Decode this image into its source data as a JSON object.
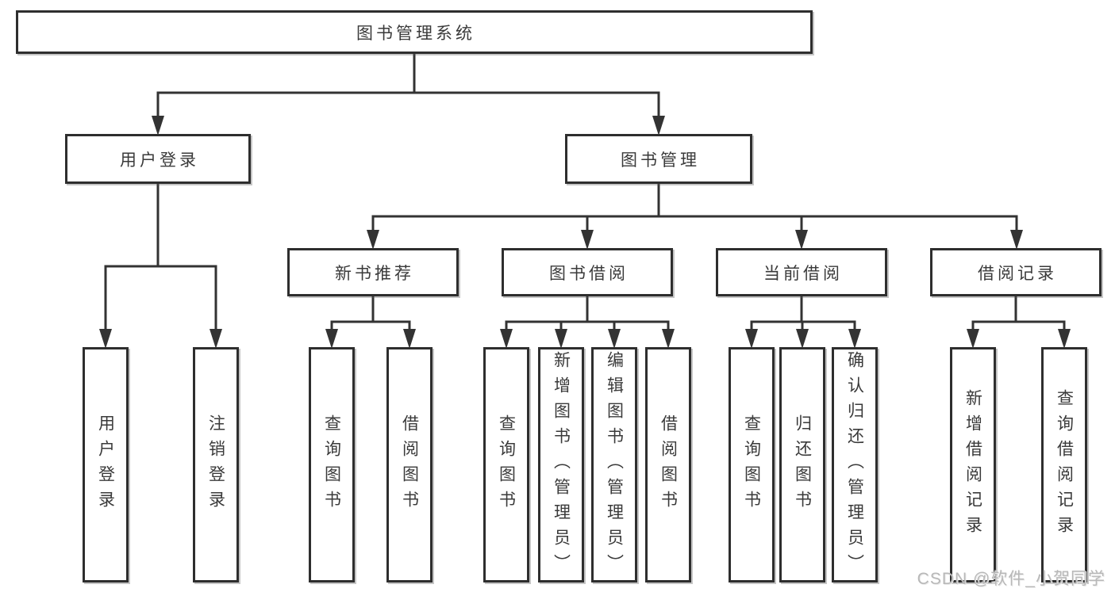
{
  "watermark": "CSDN @软件_小贺同学",
  "colors": {
    "line": "#333333",
    "box_border": "#2e2e2e",
    "text": "#3a3a3a",
    "watermark": "#b8b8b8",
    "background": "#ffffff"
  },
  "tree": {
    "label": "图书管理系统",
    "children": [
      {
        "label": "用户登录",
        "children": [
          {
            "label": "用户登录"
          },
          {
            "label": "注销登录"
          }
        ]
      },
      {
        "label": "图书管理",
        "children": [
          {
            "label": "新书推荐",
            "children": [
              {
                "label": "查询图书"
              },
              {
                "label": "借阅图书"
              }
            ]
          },
          {
            "label": "图书借阅",
            "children": [
              {
                "label": "查询图书"
              },
              {
                "label": "新增图书（管理员）"
              },
              {
                "label": "编辑图书（管理员）"
              },
              {
                "label": "借阅图书"
              }
            ]
          },
          {
            "label": "当前借阅",
            "children": [
              {
                "label": "查询图书"
              },
              {
                "label": "归还图书"
              },
              {
                "label": "确认归还（管理员）"
              }
            ]
          },
          {
            "label": "借阅记录",
            "children": [
              {
                "label": "新增借阅记录"
              },
              {
                "label": "查询借阅记录"
              }
            ]
          }
        ]
      }
    ]
  }
}
